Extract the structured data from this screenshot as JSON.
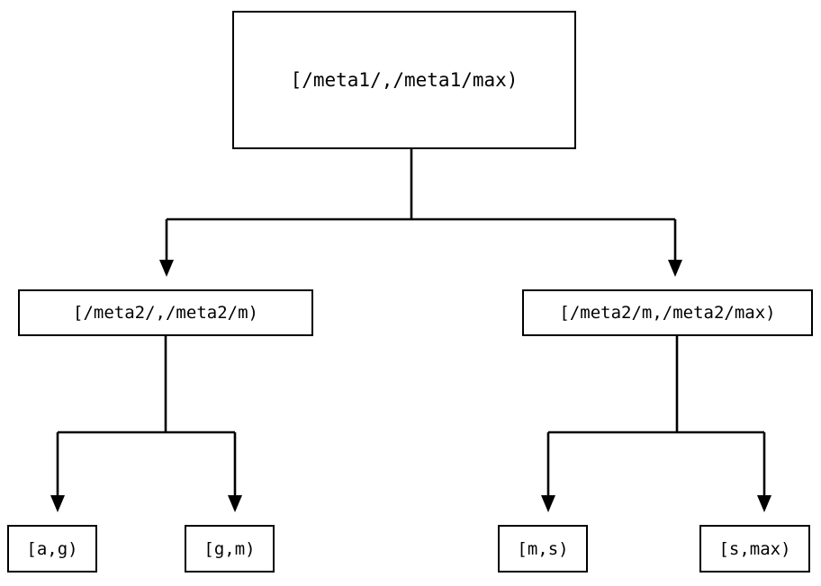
{
  "diagram": {
    "type": "tree",
    "title": "",
    "orientation": "top-down",
    "style": {
      "background": "#ffffff",
      "node_border": "#000000",
      "node_fill": "#ffffff",
      "edge_color": "#000000",
      "text_color": "#000000"
    },
    "nodes": {
      "root": {
        "label": "[/meta1/,/meta1/max)"
      },
      "mid_left": {
        "label": "[/meta2/,/meta2/m)"
      },
      "mid_right": {
        "label": "[/meta2/m,/meta2/max)"
      },
      "leaf_a_g": {
        "label": "[a,g)"
      },
      "leaf_g_m": {
        "label": "[g,m)"
      },
      "leaf_m_s": {
        "label": "[m,s)"
      },
      "leaf_s_max": {
        "label": "[s,max)"
      }
    },
    "edges": [
      {
        "from": "root",
        "to": "mid_left",
        "arrow": "filled-triangle"
      },
      {
        "from": "root",
        "to": "mid_right",
        "arrow": "filled-triangle"
      },
      {
        "from": "mid_left",
        "to": "leaf_a_g",
        "arrow": "filled-triangle"
      },
      {
        "from": "mid_left",
        "to": "leaf_g_m",
        "arrow": "filled-triangle"
      },
      {
        "from": "mid_right",
        "to": "leaf_m_s",
        "arrow": "filled-triangle"
      },
      {
        "from": "mid_right",
        "to": "leaf_s_max",
        "arrow": "filled-triangle"
      }
    ]
  }
}
